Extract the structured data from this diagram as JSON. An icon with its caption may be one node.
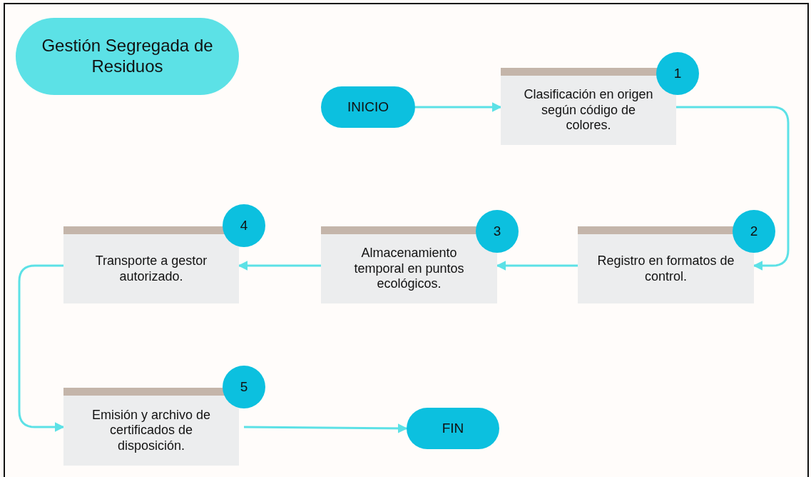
{
  "diagram": {
    "nodes": [
      {
        "text": [
          "Gestión Segregada de Residuos"
        ]
      },
      {
        "text": [
          "INICIO"
        ]
      },
      {
        "text": [
          "Clasificación en origen según código de colores."
        ],
        "beside": [
          "1"
        ]
      },
      {
        "text": [
          "Registro en formatos de control."
        ],
        "beside": [
          "2"
        ]
      },
      {
        "text": [
          "Almacenamiento temporal en puntos ecológicos."
        ],
        "beside": [
          "3"
        ]
      },
      {
        "text": [
          "Transporte a gestor autorizado."
        ],
        "beside": [
          "4"
        ]
      },
      {
        "text": [
          "Emisión y archivo de certificados de disposición."
        ],
        "beside": [
          "5"
        ]
      },
      {
        "text": [
          "FIN"
        ]
      }
    ],
    "edges": [
      {
        "from": 1,
        "to": 2,
        "arrow": "to"
      },
      {
        "from": 2,
        "to": 3,
        "arrow": "to"
      },
      {
        "from": 3,
        "to": 4,
        "arrow": "to"
      },
      {
        "from": 4,
        "to": 5,
        "arrow": "to"
      },
      {
        "from": 5,
        "to": 6,
        "arrow": "to"
      },
      {
        "from": 6,
        "to": 7,
        "arrow": "to"
      }
    ]
  }
}
